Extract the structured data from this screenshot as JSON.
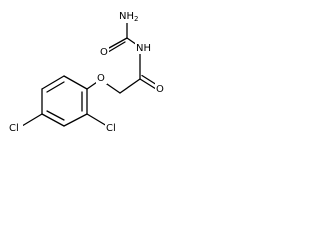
{
  "molecule": {
    "atoms": {
      "nh2": "NH",
      "nh2_sub": "2",
      "o_top": "O",
      "nh": "NH",
      "o_ether": "O",
      "o_amide": "O",
      "cl_left": "Cl",
      "cl_right": "Cl"
    }
  }
}
